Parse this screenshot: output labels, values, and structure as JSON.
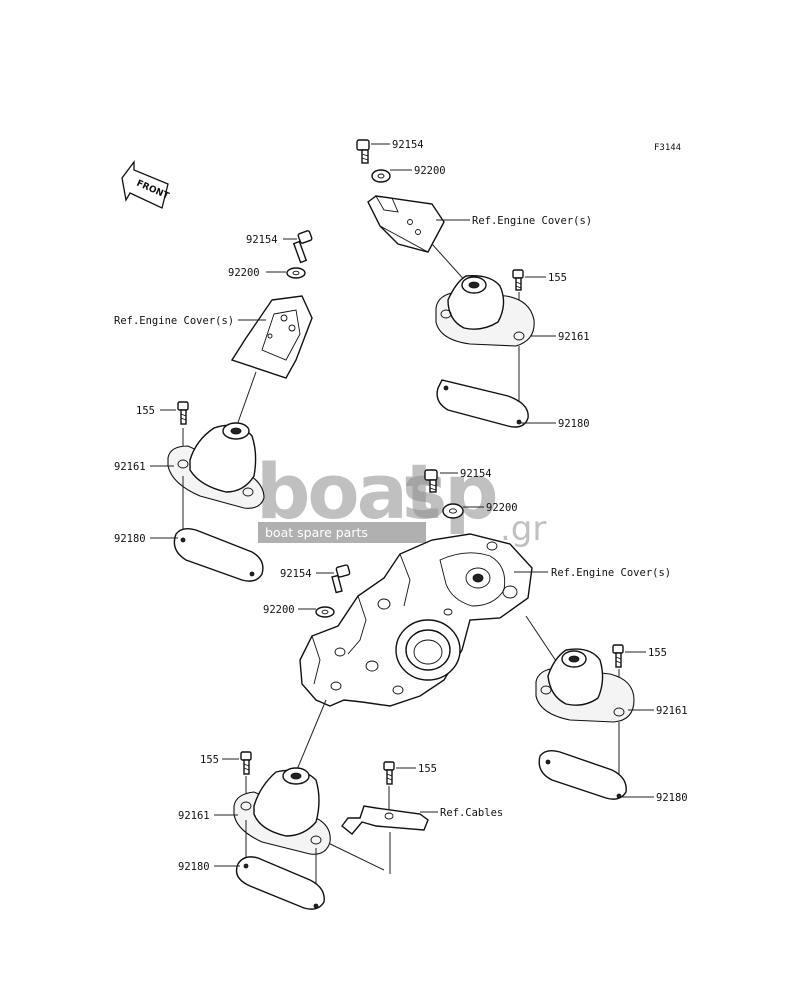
{
  "figure_code": "F3144",
  "front_marker": "FRONT",
  "labels": {
    "bolt_a": "92154",
    "washer_a": "92200",
    "ref_cover_a": "Ref.Engine Cover(s)",
    "bolt_155_a": "155",
    "mount_a": "92161",
    "plate_a": "92180",
    "bolt_b": "92154",
    "washer_b": "92200",
    "ref_cover_b": "Ref.Engine Cover(s)",
    "bolt_155_b": "155",
    "mount_b": "92161",
    "plate_b": "92180",
    "bolt_c": "92154",
    "washer_c": "92200",
    "ref_cover_c": "Ref.Engine Cover(s)",
    "bolt_d": "92154",
    "washer_d": "92200",
    "bolt_155_c": "155",
    "mount_c": "92161",
    "plate_c": "92180",
    "bolt_155_d": "155",
    "bolt_155_e": "155",
    "ref_cables": "Ref.Cables",
    "mount_d": "92161",
    "plate_d": "92180"
  },
  "watermark": {
    "brand_main": "boat",
    "brand_tail": "sp",
    "domain": ".gr",
    "tagline": "boat spare parts"
  }
}
